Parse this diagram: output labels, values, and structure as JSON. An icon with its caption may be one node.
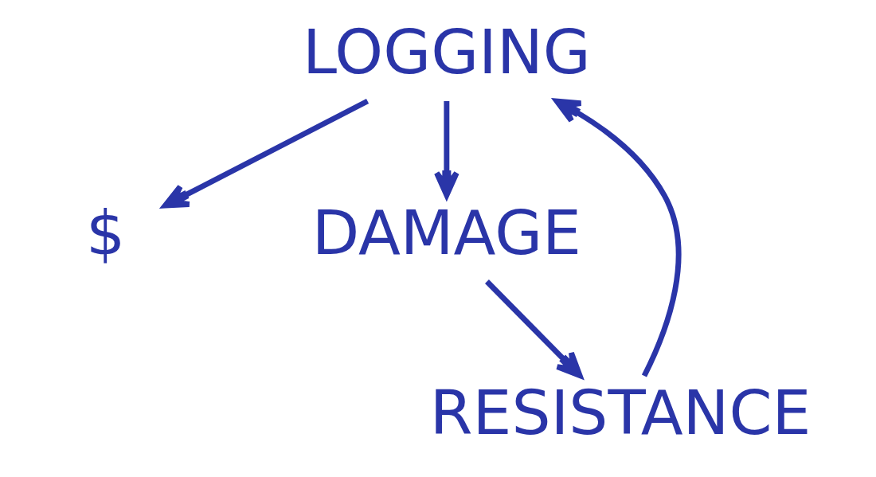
{
  "diagram": {
    "nodes": [
      {
        "text": [
          "LOGGING"
        ]
      },
      {
        "text": [
          "RESISTANCE"
        ]
      },
      {
        "text": [
          "$"
        ]
      },
      {
        "text": [
          "DAMAGE"
        ]
      }
    ],
    "edges": [
      {
        "from": 1,
        "to": 0,
        "arrow": "to"
      },
      {
        "from": 0,
        "to": 2,
        "arrow": "to"
      },
      {
        "from": 0,
        "to": 3,
        "arrow": "to"
      },
      {
        "from": 3,
        "to": 1,
        "arrow": "to"
      }
    ]
  }
}
